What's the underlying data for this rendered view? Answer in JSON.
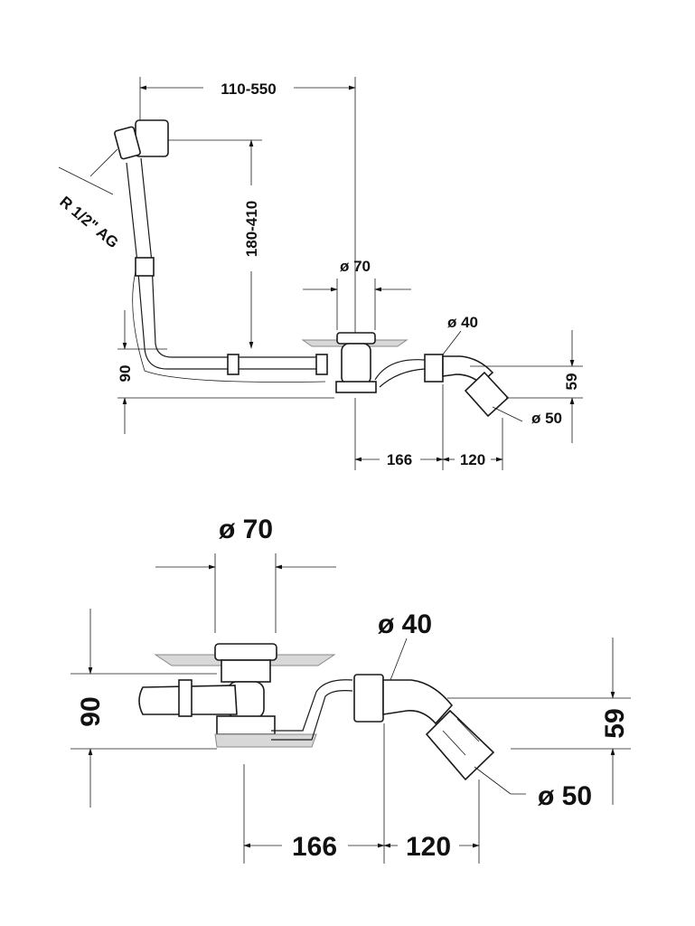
{
  "top_view": {
    "length_range": "110-550",
    "height_range": "180-410",
    "thread": "R 1/2\" AG",
    "drain_diameter": "ø 70",
    "outlet_diameter": "ø 40",
    "height": "90",
    "outlet_height": "59",
    "pipe_diameter": "ø 50",
    "dist_a": "166",
    "dist_b": "120"
  },
  "bottom_view": {
    "drain_diameter": "ø 70",
    "outlet_diameter": "ø 40",
    "height": "90",
    "outlet_height": "59",
    "pipe_diameter": "ø 50",
    "dist_a": "166",
    "dist_b": "120"
  }
}
